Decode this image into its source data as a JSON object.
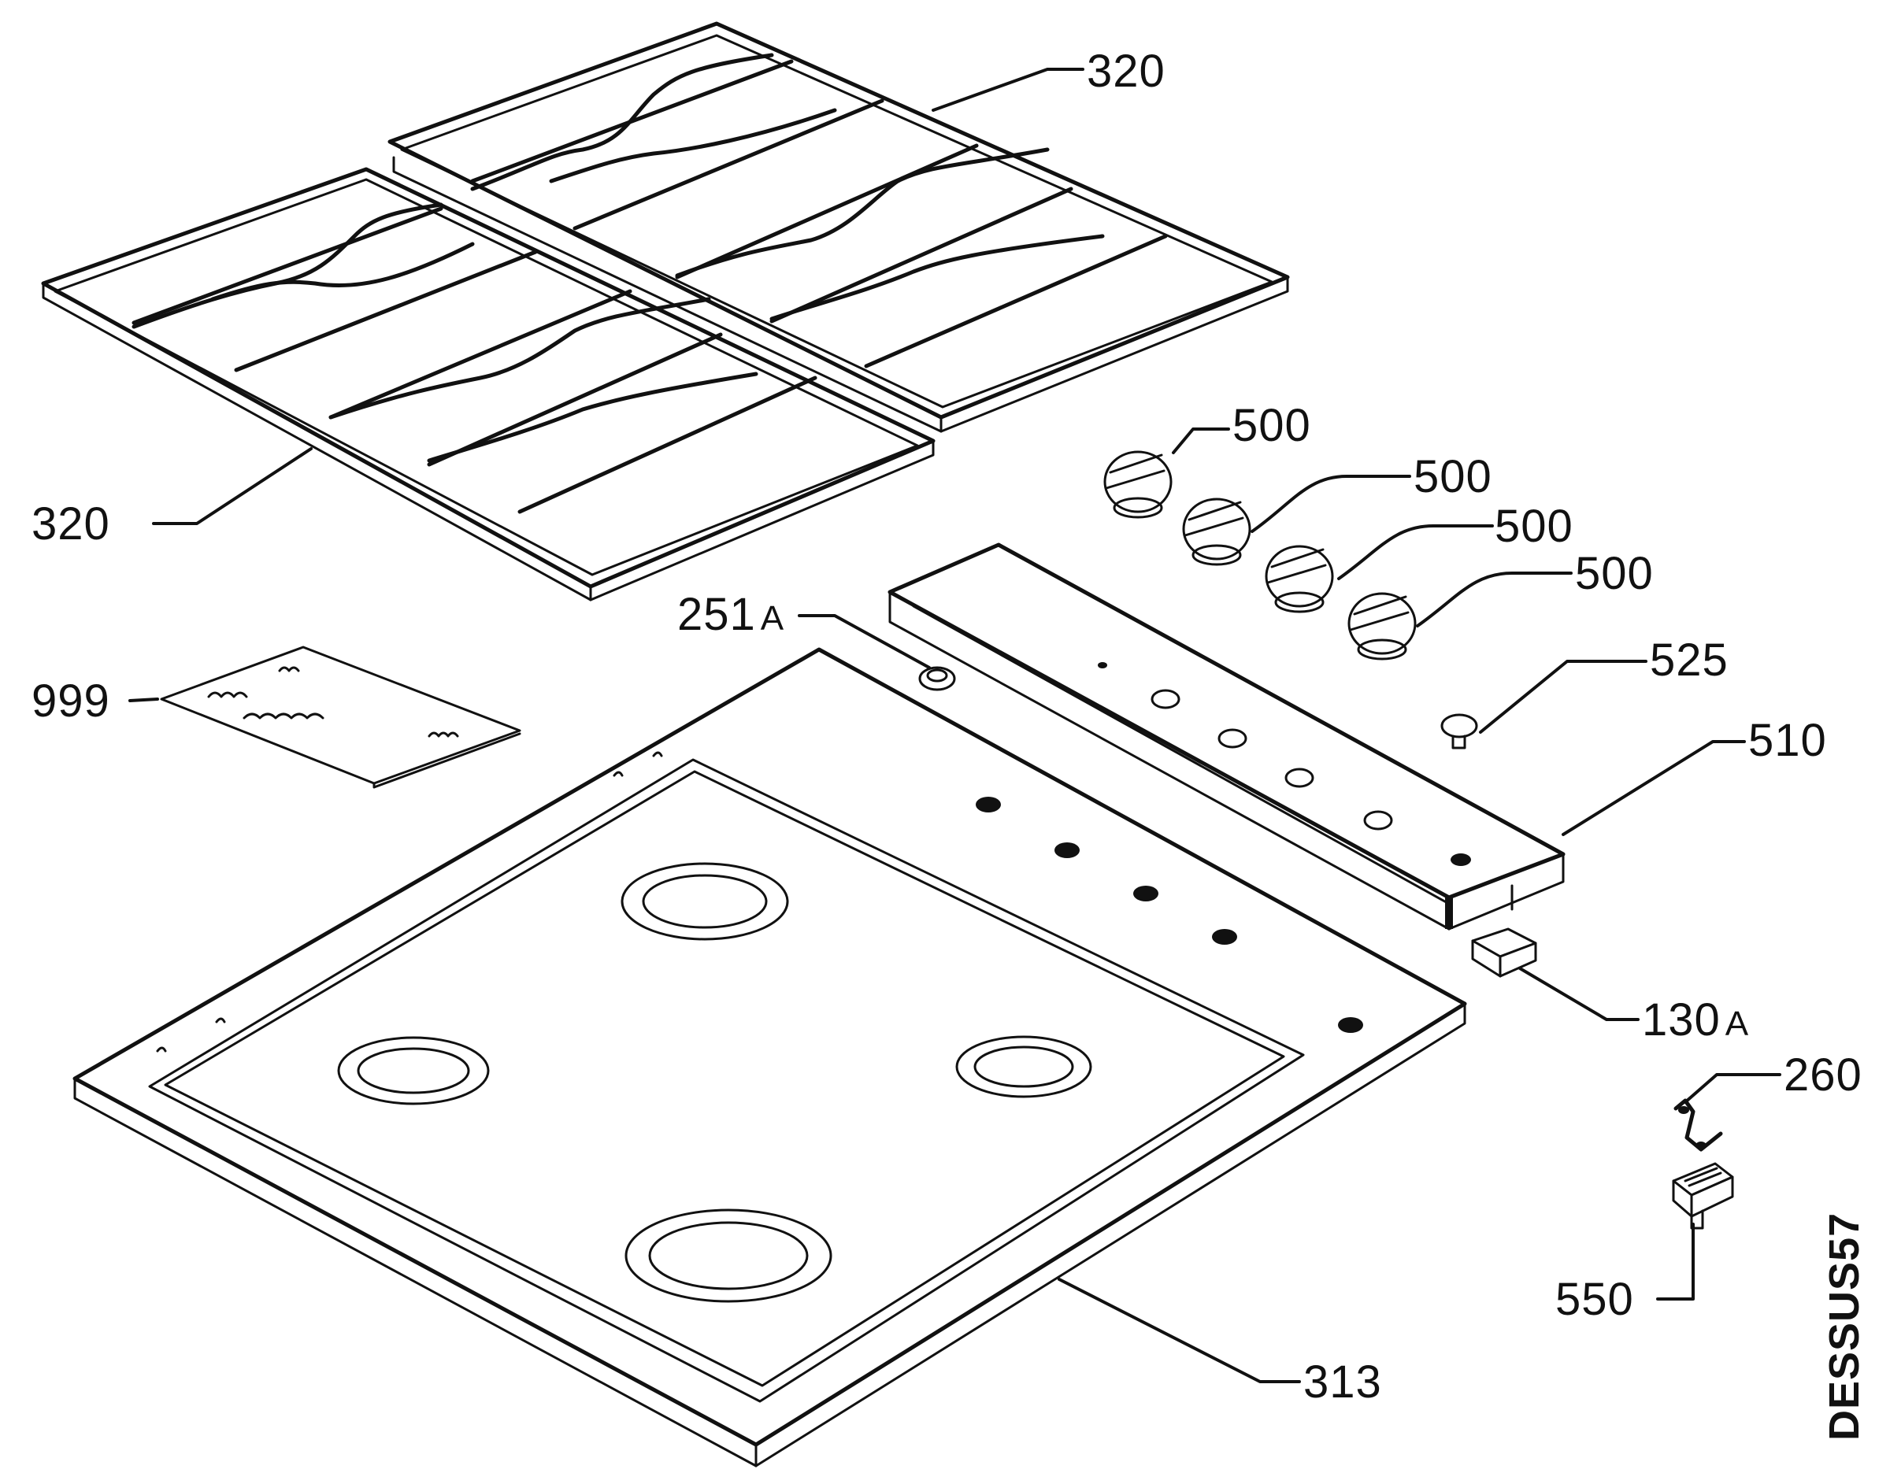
{
  "labels": {
    "grate_back": "320",
    "grate_front": "320",
    "knob_1": "500",
    "knob_2": "500",
    "knob_3": "500",
    "knob_4": "500",
    "screw": "525",
    "control_panel": "510",
    "injector_num": "251",
    "injector_suffix": "A",
    "spacer_num": "130",
    "spacer_suffix": "A",
    "manual": "999",
    "clip": "260",
    "connector": "550",
    "hob_top": "313",
    "drawing_code": "DESSUS57"
  }
}
